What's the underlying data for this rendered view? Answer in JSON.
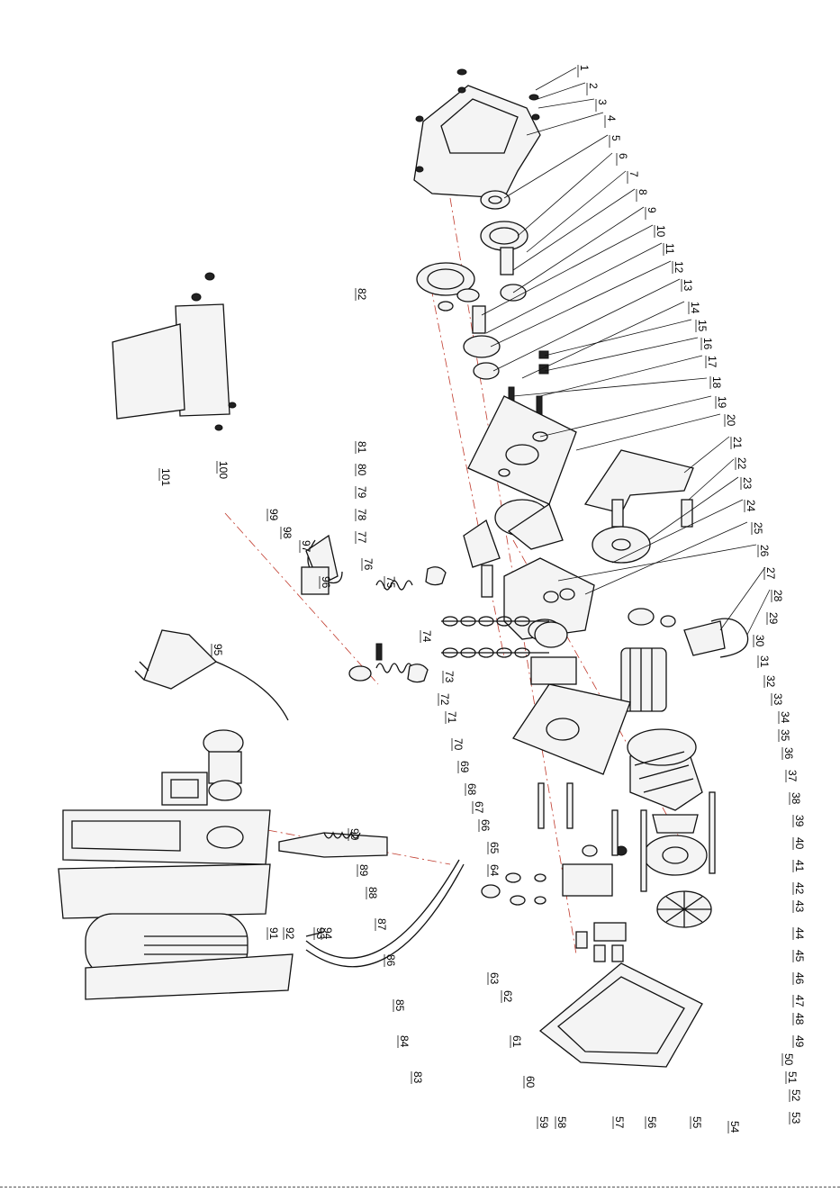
{
  "labels": [
    "1",
    "2",
    "3",
    "4",
    "5",
    "6",
    "7",
    "8",
    "9",
    "10",
    "11",
    "12",
    "13",
    "14",
    "15",
    "16",
    "17",
    "18",
    "19",
    "20",
    "21",
    "22",
    "23",
    "24",
    "25",
    "26",
    "27",
    "28",
    "29",
    "30",
    "31",
    "32",
    "33",
    "34",
    "35",
    "36",
    "37",
    "38",
    "39",
    "40",
    "41",
    "42",
    "43",
    "44",
    "45",
    "46",
    "47",
    "48",
    "49",
    "50",
    "51",
    "52",
    "53",
    "54",
    "55",
    "56",
    "57",
    "58",
    "59",
    "60",
    "61",
    "62",
    "63",
    "64",
    "65",
    "66",
    "67",
    "68",
    "69",
    "70",
    "71",
    "72",
    "73",
    "74",
    "75",
    "76",
    "77",
    "78",
    "79",
    "80",
    "81",
    "82",
    "83",
    "84",
    "85",
    "86",
    "87",
    "88",
    "89",
    "90",
    "91",
    "92",
    "93",
    "94",
    "95",
    "96",
    "97",
    "98",
    "99",
    "100",
    "101"
  ],
  "colors": {
    "line": "#111111",
    "axis": "#c0392b",
    "paper": "#ffffff"
  }
}
